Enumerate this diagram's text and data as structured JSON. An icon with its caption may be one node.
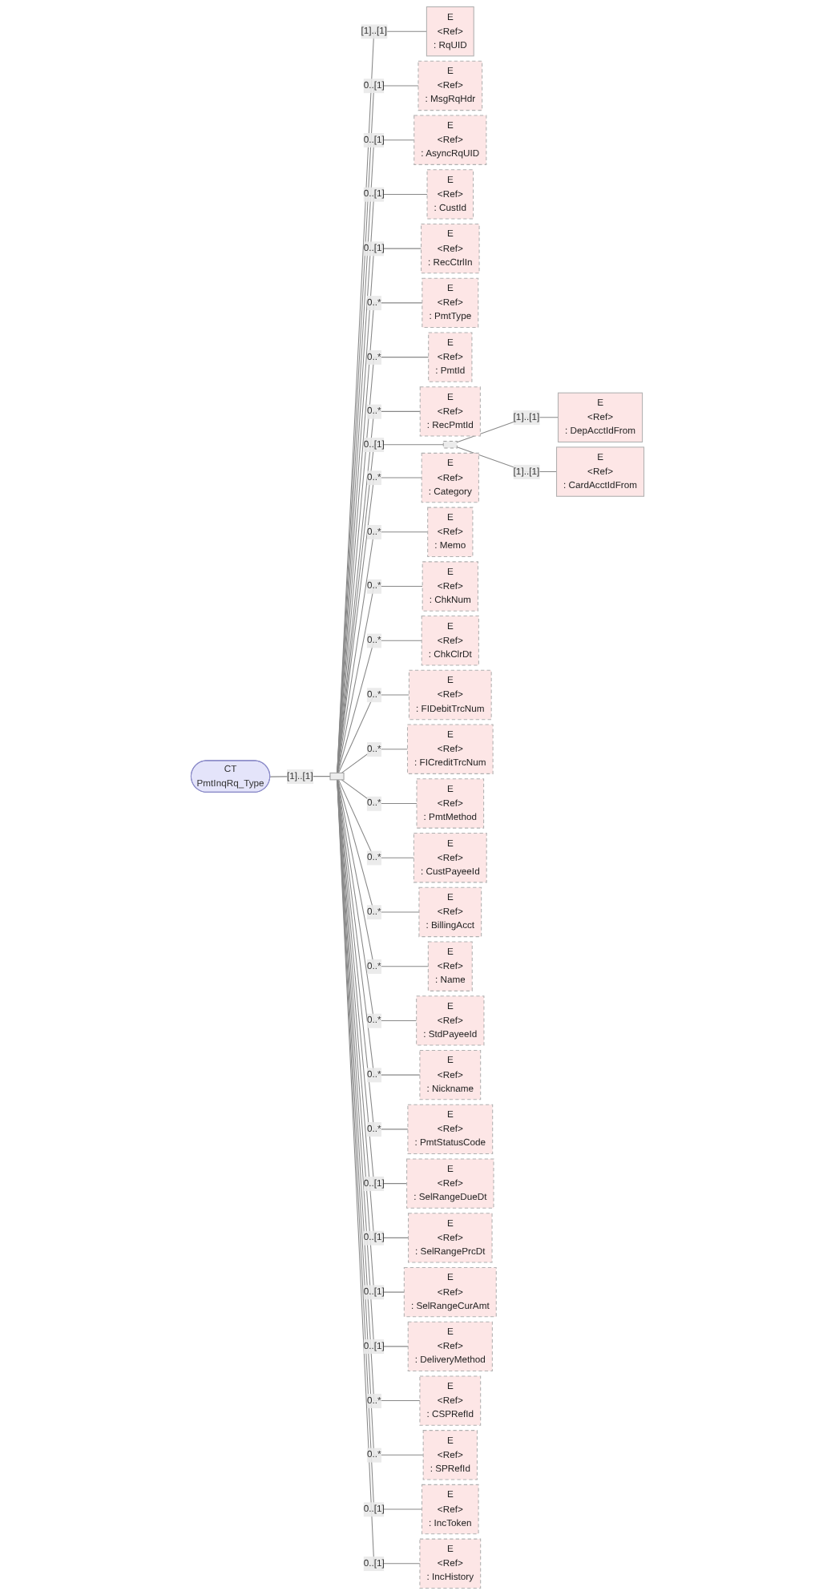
{
  "diagram": {
    "nodes": [
      {
        "text": [
          "CT",
          "PmtInqRq_Type"
        ]
      },
      {
        "text": [],
        "shape": "box"
      },
      {
        "text": [
          "E",
          "<Ref>",
          ": RqUID"
        ]
      },
      {
        "text": [
          "E",
          "<Ref>",
          ": MsgRqHdr"
        ]
      },
      {
        "text": [
          "E",
          "<Ref>",
          ": AsyncRqUID"
        ]
      },
      {
        "text": [
          "E",
          "<Ref>",
          ": CustId"
        ]
      },
      {
        "text": [
          "E",
          "<Ref>",
          ": RecCtrlIn"
        ]
      },
      {
        "text": [
          "E",
          "<Ref>",
          ": PmtType"
        ]
      },
      {
        "text": [
          "E",
          "<Ref>",
          ": PmtId"
        ]
      },
      {
        "text": [
          "E",
          "<Ref>",
          ": RecPmtId"
        ]
      },
      {
        "text": [],
        "shape": "box"
      },
      {
        "text": [
          "E",
          "<Ref>",
          ": DepAcctIdFrom"
        ]
      },
      {
        "text": [
          "E",
          "<Ref>",
          ": CardAcctIdFrom"
        ]
      },
      {
        "text": [
          "E",
          "<Ref>",
          ": Category"
        ]
      },
      {
        "text": [
          "E",
          "<Ref>",
          ": Memo"
        ]
      },
      {
        "text": [
          "E",
          "<Ref>",
          ": ChkNum"
        ]
      },
      {
        "text": [
          "E",
          "<Ref>",
          ": ChkClrDt"
        ]
      },
      {
        "text": [
          "E",
          "<Ref>",
          ": FIDebitTrcNum"
        ]
      },
      {
        "text": [
          "E",
          "<Ref>",
          ": FICreditTrcNum"
        ]
      },
      {
        "text": [
          "E",
          "<Ref>",
          ": PmtMethod"
        ]
      },
      {
        "text": [
          "E",
          "<Ref>",
          ": CustPayeeId"
        ]
      },
      {
        "text": [
          "E",
          "<Ref>",
          ": BillingAcct"
        ]
      },
      {
        "text": [
          "E",
          "<Ref>",
          ": Name"
        ]
      },
      {
        "text": [
          "E",
          "<Ref>",
          ": StdPayeeId"
        ]
      },
      {
        "text": [
          "E",
          "<Ref>",
          ": Nickname"
        ]
      },
      {
        "text": [
          "E",
          "<Ref>",
          ": PmtStatusCode"
        ]
      },
      {
        "text": [
          "E",
          "<Ref>",
          ": SelRangeDueDt"
        ]
      },
      {
        "text": [
          "E",
          "<Ref>",
          ": SelRangePrcDt"
        ]
      },
      {
        "text": [
          "E",
          "<Ref>",
          ": SelRangeCurAmt"
        ]
      },
      {
        "text": [
          "E",
          "<Ref>",
          ": DeliveryMethod"
        ]
      },
      {
        "text": [
          "E",
          "<Ref>",
          ": CSPRefId"
        ]
      },
      {
        "text": [
          "E",
          "<Ref>",
          ": SPRefId"
        ]
      },
      {
        "text": [
          "E",
          "<Ref>",
          ": IncToken"
        ]
      },
      {
        "text": [
          "E",
          "<Ref>",
          ": IncHistory"
        ]
      }
    ],
    "edges": [
      {
        "from": 0,
        "to": 1,
        "arrow": "none",
        "label": "[1]..[1]"
      },
      {
        "from": 1,
        "to": 2,
        "arrow": "none",
        "label": "[1]..[1]"
      },
      {
        "from": 1,
        "to": 3,
        "arrow": "none",
        "label": "0..[1]"
      },
      {
        "from": 1,
        "to": 4,
        "arrow": "none",
        "label": "0..[1]"
      },
      {
        "from": 1,
        "to": 5,
        "arrow": "none",
        "label": "0..[1]"
      },
      {
        "from": 1,
        "to": 6,
        "arrow": "none",
        "label": "0..[1]"
      },
      {
        "from": 1,
        "to": 7,
        "arrow": "none",
        "label": "0..*"
      },
      {
        "from": 1,
        "to": 8,
        "arrow": "none",
        "label": "0..*"
      },
      {
        "from": 1,
        "to": 9,
        "arrow": "none",
        "label": "0..*"
      },
      {
        "from": 1,
        "to": 10,
        "arrow": "none",
        "label": "0..[1]"
      },
      {
        "from": 10,
        "to": 11,
        "arrow": "none",
        "label": "[1]..[1]"
      },
      {
        "from": 10,
        "to": 12,
        "arrow": "none",
        "label": "[1]..[1]"
      },
      {
        "from": 1,
        "to": 13,
        "arrow": "none",
        "label": "0..*"
      },
      {
        "from": 1,
        "to": 14,
        "arrow": "none",
        "label": "0..*"
      },
      {
        "from": 1,
        "to": 15,
        "arrow": "none",
        "label": "0..*"
      },
      {
        "from": 1,
        "to": 16,
        "arrow": "none",
        "label": "0..*"
      },
      {
        "from": 1,
        "to": 17,
        "arrow": "none",
        "label": "0..*"
      },
      {
        "from": 1,
        "to": 18,
        "arrow": "none",
        "label": "0..*"
      },
      {
        "from": 1,
        "to": 19,
        "arrow": "none",
        "label": "0..*"
      },
      {
        "from": 1,
        "to": 20,
        "arrow": "none",
        "label": "0..*"
      },
      {
        "from": 1,
        "to": 21,
        "arrow": "none",
        "label": "0..*"
      },
      {
        "from": 1,
        "to": 22,
        "arrow": "none",
        "label": "0..*"
      },
      {
        "from": 1,
        "to": 23,
        "arrow": "none",
        "label": "0..*"
      },
      {
        "from": 1,
        "to": 24,
        "arrow": "none",
        "label": "0..*"
      },
      {
        "from": 1,
        "to": 25,
        "arrow": "none",
        "label": "0..*"
      },
      {
        "from": 1,
        "to": 26,
        "arrow": "none",
        "label": "0..[1]"
      },
      {
        "from": 1,
        "to": 27,
        "arrow": "none",
        "label": "0..[1]"
      },
      {
        "from": 1,
        "to": 28,
        "arrow": "none",
        "label": "0..[1]"
      },
      {
        "from": 1,
        "to": 29,
        "arrow": "none",
        "label": "0..[1]"
      },
      {
        "from": 1,
        "to": 30,
        "arrow": "none",
        "label": "0..*"
      },
      {
        "from": 1,
        "to": 31,
        "arrow": "none",
        "label": "0..*"
      },
      {
        "from": 1,
        "to": 32,
        "arrow": "none",
        "label": "0..[1]"
      },
      {
        "from": 1,
        "to": 33,
        "arrow": "none",
        "label": "0..[1]"
      }
    ]
  }
}
